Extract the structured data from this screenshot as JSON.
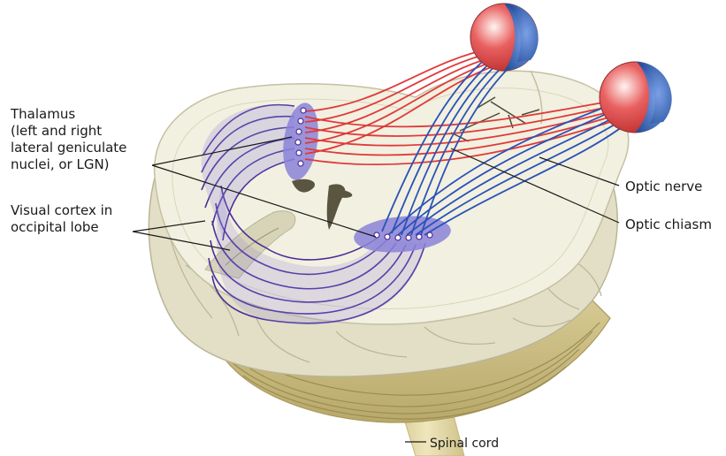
{
  "labels": {
    "thalamus": [
      "Thalamus",
      "(left and right",
      "lateral geniculate",
      "nuclei, or LGN)"
    ],
    "visual_cortex": [
      "Visual cortex in",
      "occipital lobe"
    ],
    "optic_nerve": "Optic nerve",
    "optic_chiasm": "Optic chiasm",
    "spinal_cord": "Spinal cord"
  },
  "colors": {
    "brain_tissue": "#f2f0e0",
    "brain_gyri": "#e2dfc6",
    "spinal_cord": "#e3d9a8",
    "optic_tract_red": "#e03a3a",
    "optic_tract_blue": "#2a52b8",
    "radiation_purple": "#4a2d9a",
    "lgn_fill": "#8b83d8",
    "eye_red": "#e86060",
    "eye_blue": "#3565b5"
  },
  "icons": {
    "left_eye": "eyeball-icon",
    "right_eye": "eyeball-icon"
  }
}
